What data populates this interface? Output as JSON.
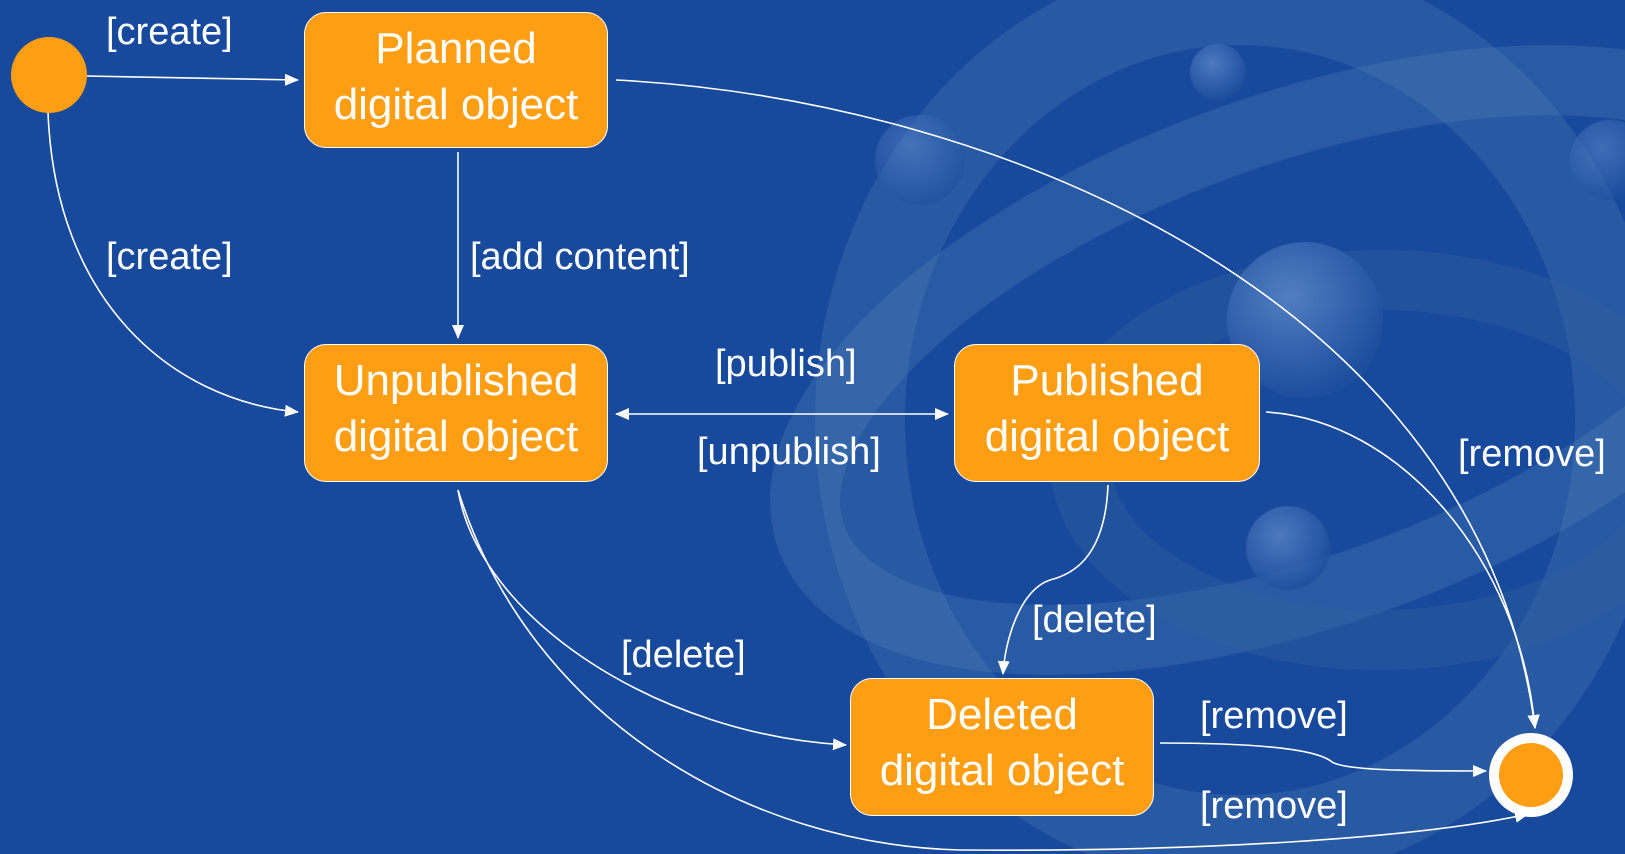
{
  "colors": {
    "background": "#17479a",
    "state_fill": "#ff9e12",
    "edge": "#ffffff",
    "text": "#ffffff"
  },
  "states": {
    "planned": [
      "Planned",
      "digital object"
    ],
    "unpublished": [
      "Unpublished",
      "digital object"
    ],
    "published": [
      "Published",
      "digital object"
    ],
    "deleted": [
      "Deleted",
      "digital object"
    ]
  },
  "transitions": {
    "create_to_planned": "[create]",
    "create_to_unpublished": "[create]",
    "add_content": "[add content]",
    "publish": "[publish]",
    "unpublish": "[unpublish]",
    "delete_from_published": "[delete]",
    "delete_from_unpublished": "[delete]",
    "remove_from_published": "[remove]",
    "remove_from_deleted": "[remove]",
    "remove_from_unpublished": "[remove]"
  }
}
